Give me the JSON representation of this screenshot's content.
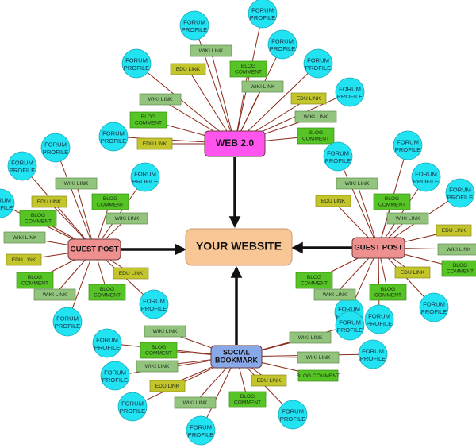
{
  "center": {
    "label": "YOUR WEBSITE"
  },
  "hubs": {
    "web20": {
      "label": "WEB 2.0"
    },
    "guest_post_left": {
      "label": "GUEST POST"
    },
    "guest_post_right": {
      "label": "GUEST POST"
    },
    "social_bookmark": {
      "lines": [
        "SOCIAL",
        "BOOKMARK"
      ]
    }
  },
  "node_labels": {
    "forum_profile": [
      "FORUM",
      "PROFILE"
    ],
    "wiki_link": "WIKI LINK",
    "edu_link": "EDU LINK",
    "blog_comment": [
      "BLOG",
      "COMMENT"
    ],
    "blog_comment_single": "BLOG COMMENT"
  },
  "colors": {
    "circle": "#21e3f2",
    "wiki_link": "#93c47d",
    "edu_link": "#c4c42b",
    "blog_comment": "#55c424",
    "web20": "#ff55ee",
    "guest_post": "#ee9090",
    "social_bookmark": "#88a8e8",
    "center": "#f9c696",
    "edge": "#8a2a1a",
    "arrow": "#111111"
  }
}
